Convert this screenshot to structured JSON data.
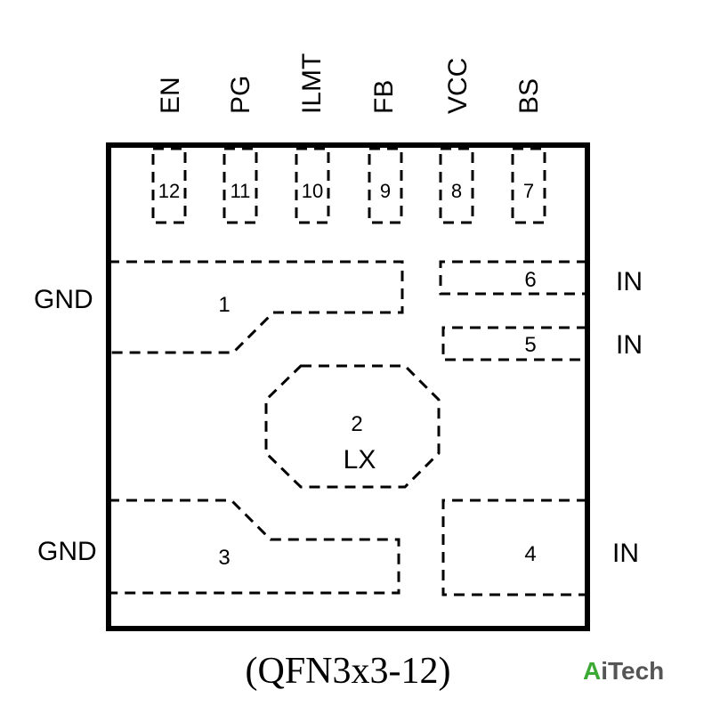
{
  "top_pins": [
    {
      "name": "EN",
      "number": "12"
    },
    {
      "name": "PG",
      "number": "11"
    },
    {
      "name": "ILMT",
      "number": "10"
    },
    {
      "name": "FB",
      "number": "9"
    },
    {
      "name": "VCC",
      "number": "8"
    },
    {
      "name": "BS",
      "number": "7"
    }
  ],
  "pads": {
    "gnd_top": {
      "number": "1",
      "label": "GND"
    },
    "lx": {
      "number": "2",
      "label": "LX"
    },
    "gnd_bottom": {
      "number": "3",
      "label": "GND"
    },
    "in_large": {
      "number": "4",
      "label": "IN"
    },
    "in_5": {
      "number": "5",
      "label": "IN"
    },
    "in_6": {
      "number": "6",
      "label": "IN"
    }
  },
  "package": "(QFN3x3-12)",
  "watermark": {
    "text": "AiTech",
    "color_a": "#3aaa35",
    "color_rest": "#555555"
  }
}
